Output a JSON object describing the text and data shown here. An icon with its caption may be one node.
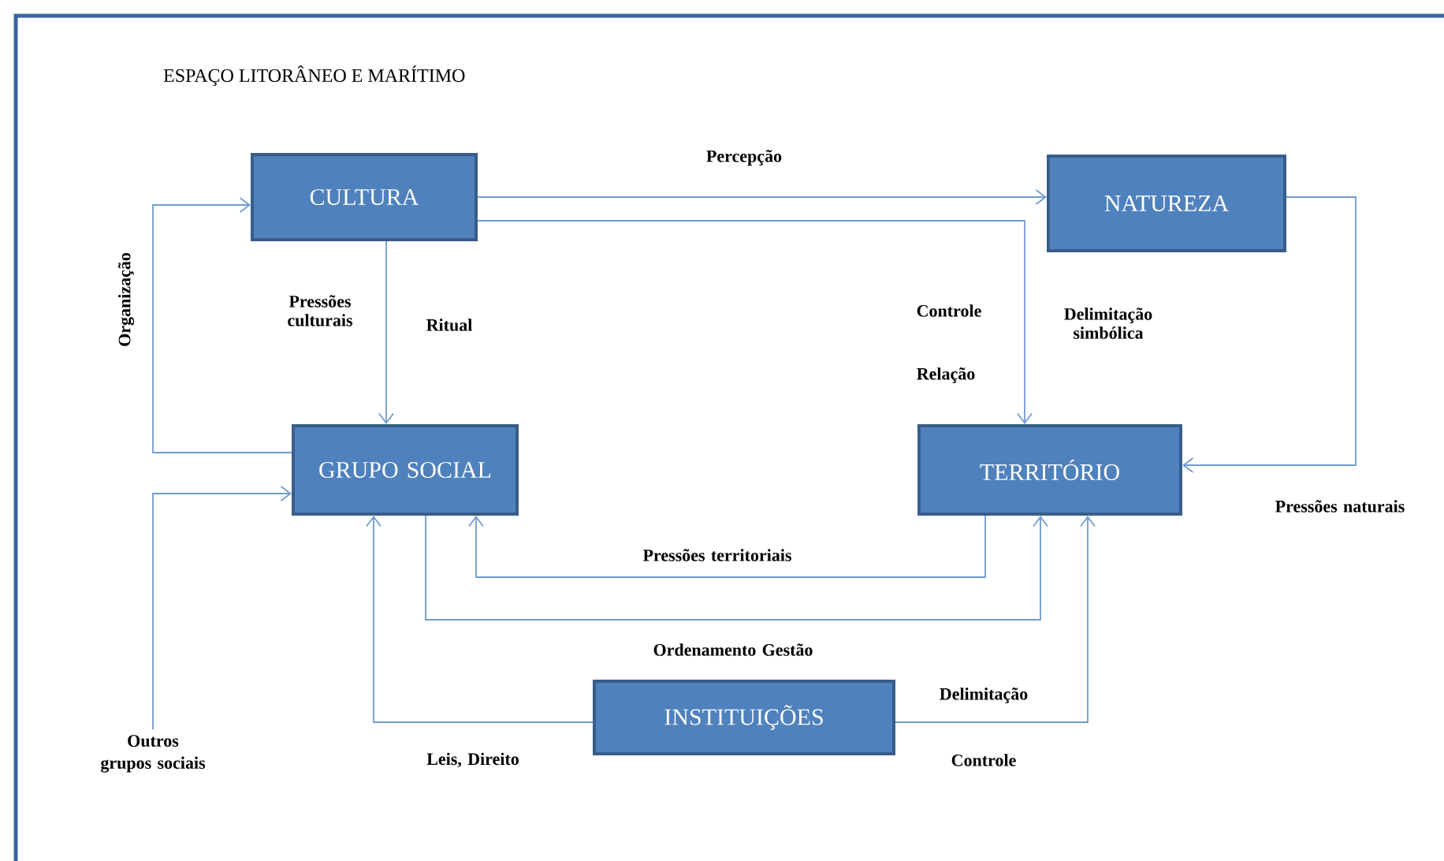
{
  "diagram": {
    "title": "ESPAÇO LITORÂNEO E MARÍTIMO",
    "nodes": [
      {
        "text": [
          "CULTURA"
        ]
      },
      {
        "text": [
          "NATUREZA"
        ]
      },
      {
        "text": [
          "GRUPO SOCIAL"
        ]
      },
      {
        "text": [
          "TERRITÓRIO"
        ]
      },
      {
        "text": [
          "INSTITUIÇÕES"
        ]
      },
      {
        "text": [
          "Outros grupos sociais"
        ]
      }
    ],
    "edges": [
      {
        "from": 0,
        "to": 1,
        "arrow": "to",
        "label": "Percepção"
      },
      {
        "from": 0,
        "to": 3,
        "arrow": "to",
        "label": "Controle"
      },
      {
        "from": 0,
        "to": 2,
        "arrow": "to",
        "label": "Pressões culturais"
      },
      {
        "from": 2,
        "to": 0,
        "arrow": "to",
        "label": "Organização"
      },
      {
        "from": 1,
        "to": 3,
        "arrow": "to",
        "label": "Pressões naturais"
      },
      {
        "from": 3,
        "to": 2,
        "arrow": "to",
        "label": "Pressões territoriais"
      },
      {
        "from": 2,
        "to": 3,
        "arrow": "to",
        "label": "Ordenamento Gestão"
      },
      {
        "from": 4,
        "to": 2,
        "arrow": "to",
        "label": "Leis, Direito"
      },
      {
        "from": 4,
        "to": 3,
        "arrow": "to",
        "label": "Delimitação"
      },
      {
        "from": 5,
        "to": 2,
        "arrow": "to"
      }
    ],
    "labels": [
      "Ritual",
      "Delimitação simbólica",
      "Relação",
      "Controle"
    ]
  }
}
